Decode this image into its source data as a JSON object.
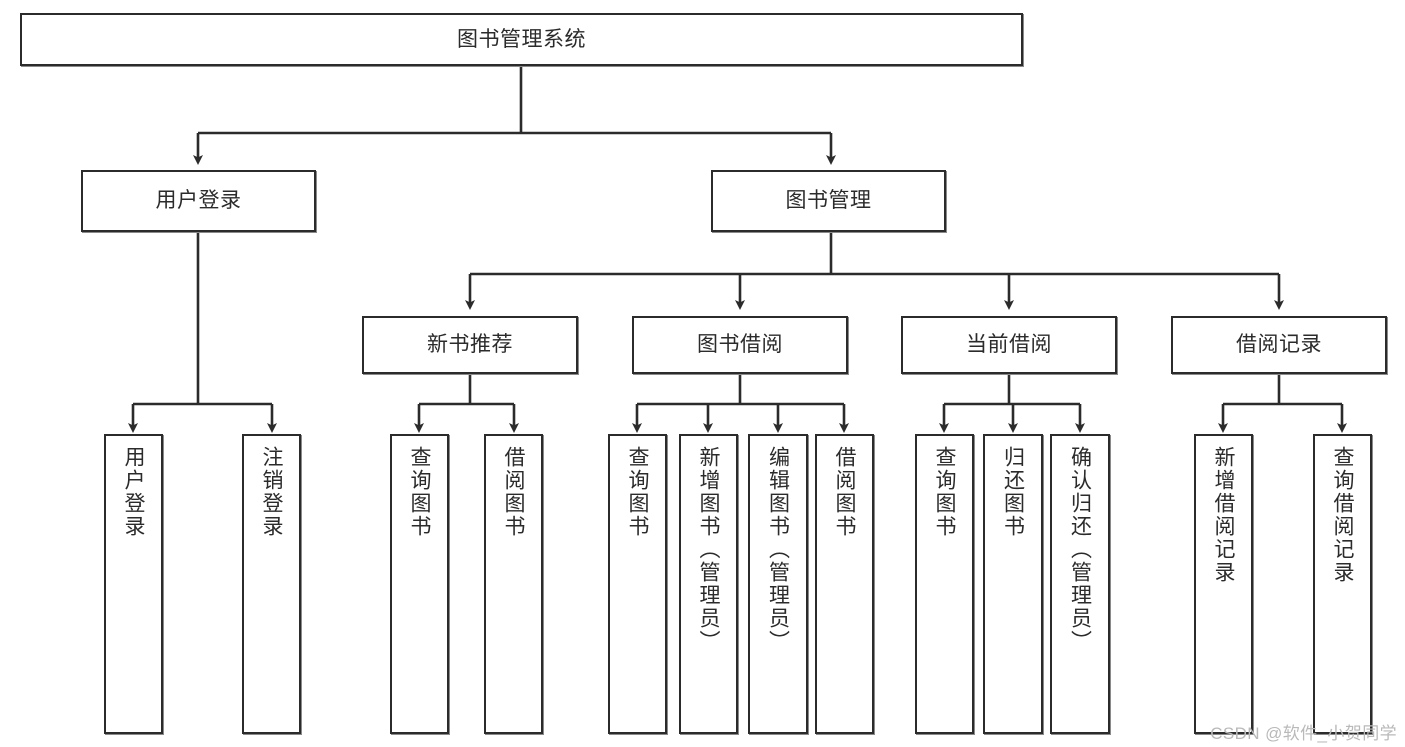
{
  "diagram": {
    "title": "图书管理系统",
    "watermark": "CSDN @软件_小贺同学",
    "colors": {
      "box_border": "#2b2b2b",
      "box_fill": "#ffffff",
      "edge": "#2b2b2b",
      "text": "#2b2b2b",
      "watermark": "#b9b9b9",
      "background": "#ffffff"
    },
    "nodes": {
      "root": {
        "label": "图书管理系统",
        "level": 1
      },
      "user_login": {
        "label": "用户登录",
        "level": 2
      },
      "book_manage": {
        "label": "图书管理",
        "level": 2
      },
      "new_book_rec": {
        "label": "新书推荐",
        "level": 3
      },
      "book_borrow": {
        "label": "图书借阅",
        "level": 3
      },
      "current_borrow": {
        "label": "当前借阅",
        "level": 3
      },
      "borrow_record": {
        "label": "借阅记录",
        "level": 3
      },
      "leaf_user_login": {
        "label": "用户登录",
        "level": 4
      },
      "leaf_logout": {
        "label": "注销登录",
        "level": 4
      },
      "leaf_query_book_1": {
        "label": "查询图书",
        "level": 4
      },
      "leaf_borrow_book_1": {
        "label": "借阅图书",
        "level": 4
      },
      "leaf_query_book_2": {
        "label": "查询图书",
        "level": 4
      },
      "leaf_add_book": {
        "label": "新增图书（管理员）",
        "level": 4
      },
      "leaf_edit_book": {
        "label": "编辑图书（管理员）",
        "level": 4
      },
      "leaf_borrow_book_2": {
        "label": "借阅图书",
        "level": 4
      },
      "leaf_query_book_3": {
        "label": "查询图书",
        "level": 4
      },
      "leaf_return_book": {
        "label": "归还图书",
        "level": 4
      },
      "leaf_confirm_return": {
        "label": "确认归还（管理员）",
        "level": 4
      },
      "leaf_add_record": {
        "label": "新增借阅记录",
        "level": 4
      },
      "leaf_query_record": {
        "label": "查询借阅记录",
        "level": 4
      }
    },
    "edges": [
      {
        "from": "root",
        "to": "user_login"
      },
      {
        "from": "root",
        "to": "book_manage"
      },
      {
        "from": "user_login",
        "to": "leaf_user_login"
      },
      {
        "from": "user_login",
        "to": "leaf_logout"
      },
      {
        "from": "book_manage",
        "to": "new_book_rec"
      },
      {
        "from": "book_manage",
        "to": "book_borrow"
      },
      {
        "from": "book_manage",
        "to": "current_borrow"
      },
      {
        "from": "book_manage",
        "to": "borrow_record"
      },
      {
        "from": "new_book_rec",
        "to": "leaf_query_book_1"
      },
      {
        "from": "new_book_rec",
        "to": "leaf_borrow_book_1"
      },
      {
        "from": "book_borrow",
        "to": "leaf_query_book_2"
      },
      {
        "from": "book_borrow",
        "to": "leaf_add_book"
      },
      {
        "from": "book_borrow",
        "to": "leaf_edit_book"
      },
      {
        "from": "book_borrow",
        "to": "leaf_borrow_book_2"
      },
      {
        "from": "current_borrow",
        "to": "leaf_query_book_3"
      },
      {
        "from": "current_borrow",
        "to": "leaf_return_book"
      },
      {
        "from": "current_borrow",
        "to": "leaf_confirm_return"
      },
      {
        "from": "borrow_record",
        "to": "leaf_add_record"
      },
      {
        "from": "borrow_record",
        "to": "leaf_query_record"
      }
    ]
  }
}
